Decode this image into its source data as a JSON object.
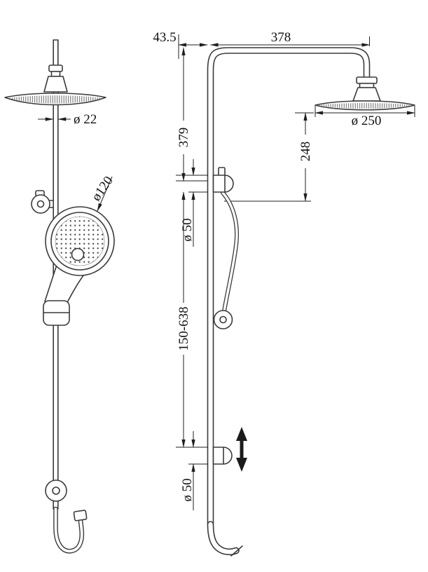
{
  "dims": {
    "front_rail_diameter": "ø 22",
    "front_hand_shower_diameter": "ø120",
    "side_top_offset": "43.5",
    "side_arm_length": "378",
    "side_head_diameter": "ø 250",
    "side_top_to_upper_bracket": "379",
    "side_head_to_slider": "248",
    "side_upper_bracket_diameter": "ø 50",
    "side_bracket_spacing_range": "150-638",
    "side_lower_bracket_diameter": "ø 50"
  },
  "colors": {
    "object_line": "#3a3a3a",
    "dimension_line": "#1f1f1f",
    "background": "#ffffff"
  }
}
